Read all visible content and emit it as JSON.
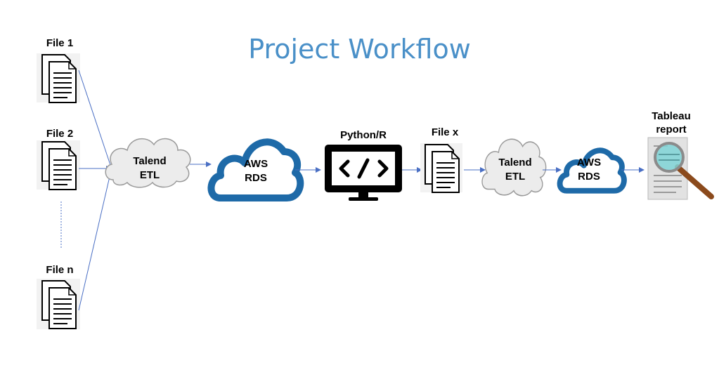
{
  "title": "Project Workflow",
  "files": [
    {
      "label": "File 1"
    },
    {
      "label": "File 2"
    },
    {
      "label": "File n"
    }
  ],
  "etl1": {
    "line1": "Talend",
    "line2": "ETL"
  },
  "rds1": {
    "line1": "AWS",
    "line2": "RDS"
  },
  "python": {
    "label": "Python/R"
  },
  "file_x": {
    "label": "File x"
  },
  "etl2": {
    "line1": "Talend",
    "line2": "ETL"
  },
  "rds2": {
    "line1": "AWS",
    "line2": "RDS"
  },
  "tableau": {
    "line1": "Tableau",
    "line2": "report"
  },
  "colors": {
    "title": "#4a90c8",
    "connector": "#4a6fc4",
    "aws_cloud": "#1e6aa8",
    "etl_cloud_fill": "#ececec",
    "monitor": "#000000",
    "magnifier_handle": "#8b4a1c",
    "magnifier_lens": "#7fd3d6"
  }
}
